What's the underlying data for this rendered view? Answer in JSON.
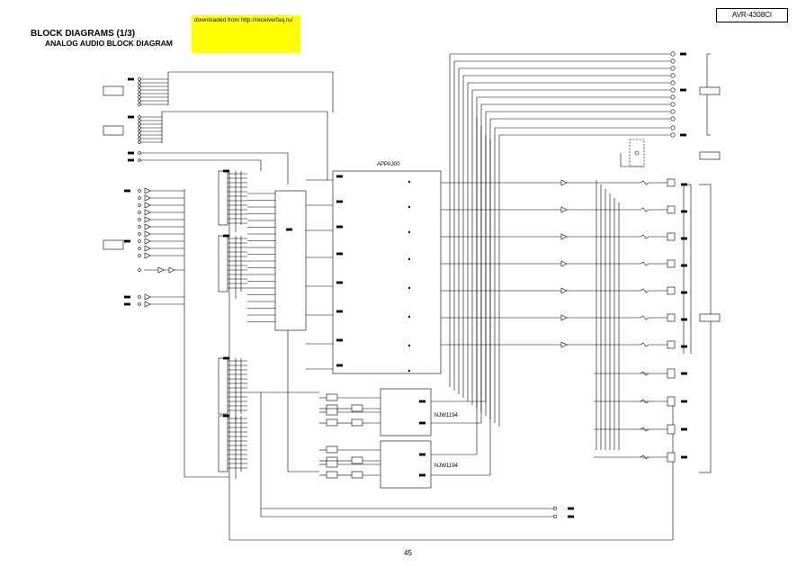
{
  "header": {
    "model": "AVR-4308CI",
    "download_note": "downloaded from http://receiverfaq.ru/",
    "title": "BLOCK DIAGRAMS (1/3)",
    "subtitle": "ANALOG AUDIO BLOCK DIAGRAM",
    "page_number": "45"
  },
  "colors": {
    "banner": "#ffff00",
    "line": "#000000"
  },
  "diagram": {
    "ic_label": "APPA300",
    "volume_ics": [
      {
        "label": "NJW1194"
      },
      {
        "label": "NJW1194"
      }
    ]
  }
}
